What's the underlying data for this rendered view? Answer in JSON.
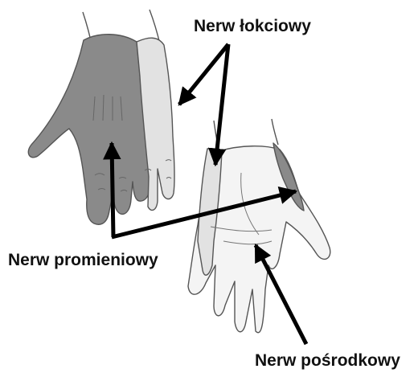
{
  "labels": {
    "ulnar": "Nerw łokciowy",
    "radial": "Nerw promieniowy",
    "median": "Nerw pośrodkowy"
  },
  "colors": {
    "radial_zone": "#8a8a8a",
    "ulnar_zone": "#e2e2e2",
    "median_zone": "#f4f4f4",
    "outline": "#555555",
    "arrow": "#000000"
  }
}
